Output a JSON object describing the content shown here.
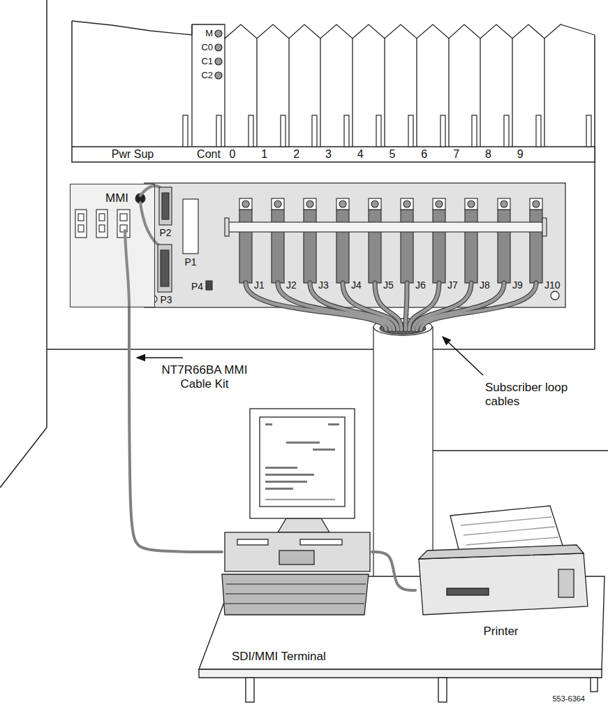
{
  "diagram": {
    "nodes": [
      {
        "text": [
          "MMI"
        ]
      },
      {
        "text": [
          "SDI/MMI Terminal"
        ]
      },
      {
        "text": [
          "Printer"
        ]
      }
    ],
    "edges": [
      {
        "from": 0,
        "to": 1,
        "arrow": "none"
      },
      {
        "from": 1,
        "to": 2,
        "arrow": "none"
      }
    ],
    "labels": [
      "M",
      "C0",
      "C1",
      "C2",
      "Pwr Sup",
      "Cont",
      "0",
      "1",
      "2",
      "3",
      "4",
      "5",
      "6",
      "7",
      "8",
      "9",
      "P2",
      "P3",
      "P1",
      "P4",
      "J1",
      "J2",
      "J3",
      "J4",
      "J5",
      "J6",
      "J7",
      "J8",
      "J9",
      "J10",
      "NT7R66BA MMI Cable Kit",
      "Subscriber loop cables",
      "553-6364"
    ]
  }
}
